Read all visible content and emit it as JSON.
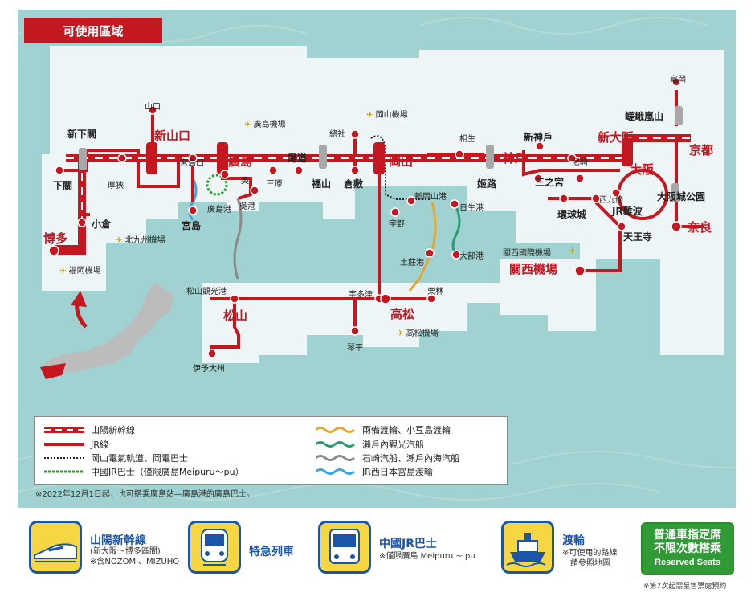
{
  "header": {
    "title": "可使用區域"
  },
  "colors": {
    "sea": "#9fd2d0",
    "land": "#eef5f7",
    "rail_red": "#c41720",
    "japan_island": "#bcbcbc",
    "ferry_orange": "#e8a531",
    "ferry_green": "#2c9a73",
    "ferry_grey": "#8a8a8a",
    "ferry_blue": "#3aa7e0"
  },
  "stations": {
    "kameoka": "龜岡",
    "arashiyama": "嵯峨嵐山",
    "kyoto": "京都",
    "shinosaka": "新大阪",
    "osaka": "大阪",
    "osakajokoen": "大阪城公園",
    "nishikujo": "西九條",
    "jrnamba": "JR難波",
    "kanjosen": "環球城",
    "tennoji": "天王寺",
    "nara": "奈良",
    "amagasaki": "尼崎",
    "shinkobe": "新神戶",
    "kobe": "神戶",
    "sannomiya": "三之宮",
    "himeji": "姬路",
    "aioi": "相生",
    "okayama": "岡山",
    "shinokayamako": "新岡山港",
    "hinoko": "日生港",
    "uno": "宇野",
    "tonosho": "土莊港",
    "obe": "大部港",
    "kurashiki": "倉敷",
    "soja": "總社",
    "fukuyama": "福山",
    "onomichi": "尾道",
    "mihara": "三原",
    "kure": "吳",
    "kureko": "吳港",
    "hiroshima": "廣島",
    "hiroshimako": "廣島港",
    "miyajimaguchi": "宮島口",
    "miyajima": "宮島",
    "shinyamaguchi": "新山口",
    "yamaguchi": "山口",
    "asa": "厚狹",
    "shinshimonoseki": "新下關",
    "shimonoseki": "下關",
    "kokura": "小倉",
    "hakata": "博多",
    "matsuyamako": "松山觀光港",
    "matsuyama": "松山",
    "iyoozu": "伊予大州",
    "utazu": "宇多津",
    "kotohira": "琴平",
    "takamatsu": "高松",
    "ritsurin": "栗林",
    "kansaiairport": "關西機場",
    "kansaiairport_label": "關西國際機場"
  },
  "airports": {
    "hiroshima": "廣島機場",
    "okayama": "岡山機場",
    "kitakyushu": "北九州機場",
    "fukuoka": "福岡機場",
    "takamatsu": "高松機場",
    "kansai": "關西國際機場"
  },
  "legend": {
    "sanyo_shinkansen": "山陽新幹線",
    "jr_line": "JR線",
    "okayama_tram": "岡山電氣軌道、岡電巴士",
    "chugoku_bus": "中國JR巴士（僅限廣島Meipuru～pu）",
    "ferry_ryobi": "兩備渡輪、小豆島渡輪",
    "ferry_setonaikai": "瀨戶內觀光汽船",
    "ferry_ishizaki": "石崎汽船、瀨戶內海汽船",
    "ferry_jrwest": "JR西日本宮島渡輪"
  },
  "footnote": "※2022年12月1日起，也可搭乘廣島站—廣島港的廣島巴士。",
  "bottom": {
    "shinkansen": {
      "title": "山陽新幹線",
      "sub1": "(新大阪～博多區間)",
      "sub2": "※含NOZOMI、MIZUHO"
    },
    "express": {
      "title": "特急列車"
    },
    "bus": {
      "title": "中國JR巴士",
      "sub1": "※僅限廣島 Meipuru ~ pu"
    },
    "ferry": {
      "title": "渡輪",
      "sub1": "※可使用的路線",
      "sub2": "請參照地圖"
    },
    "reserved": {
      "line1": "普通車指定席",
      "line2": "不限次數搭乘",
      "line3": "Reserved Seats",
      "note": "※第7次起需至售票處預約"
    }
  }
}
